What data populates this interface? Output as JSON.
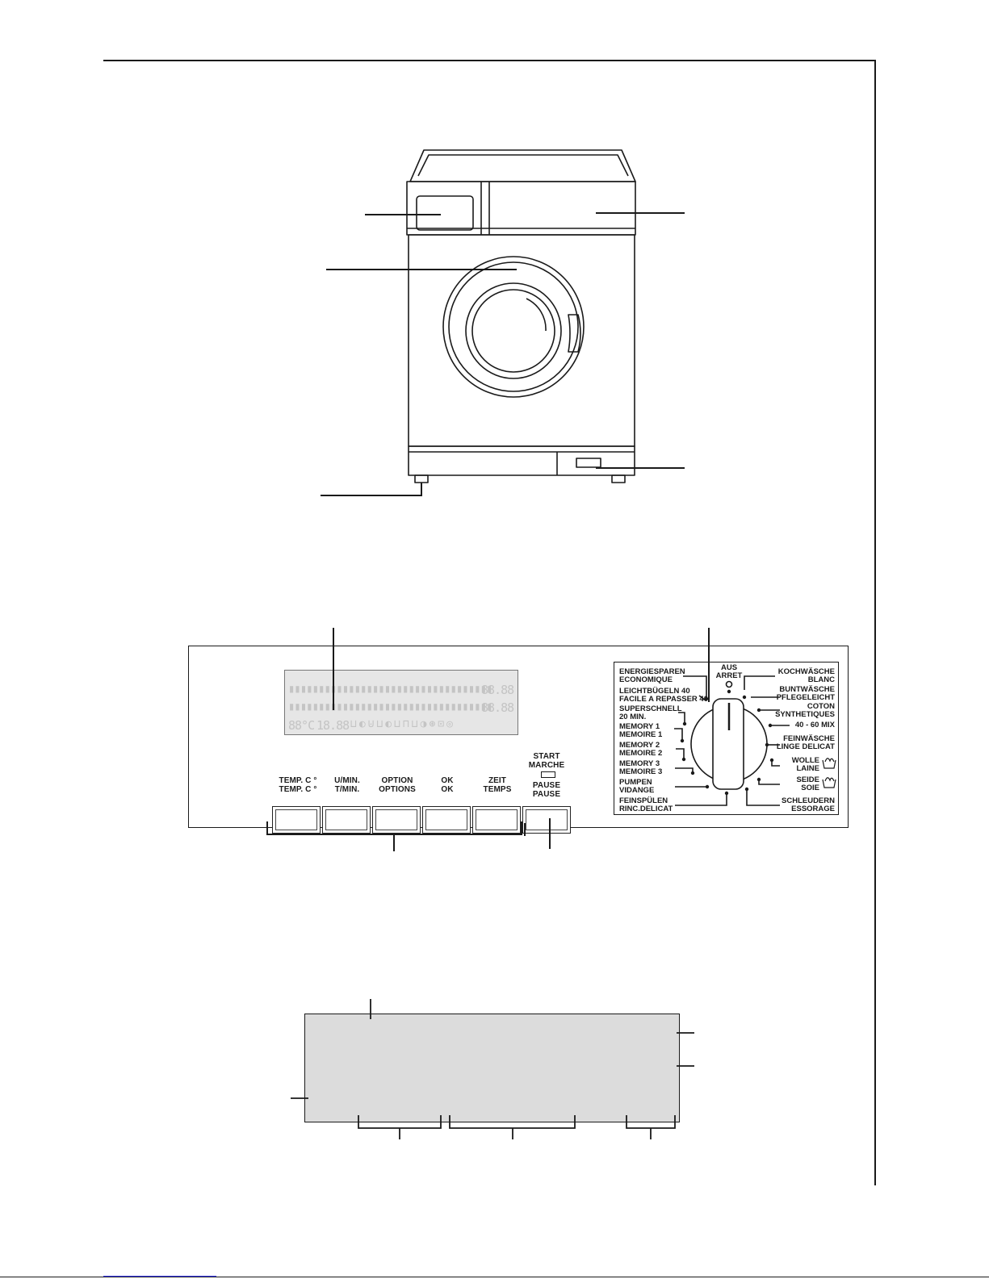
{
  "control_panel": {
    "buttons": [
      {
        "line1": "TEMP. C °",
        "line2": "TEMP. C °"
      },
      {
        "line1": "U/MIN.",
        "line2": "T/MIN."
      },
      {
        "line1": "OPTION",
        "line2": "OPTIONS"
      },
      {
        "line1": "OK",
        "line2": "OK"
      },
      {
        "line1": "ZEIT",
        "line2": "TEMPS"
      }
    ],
    "start": {
      "line1": "START",
      "line2": "MARCHE"
    },
    "pause": {
      "line1": "PAUSE",
      "line2": "PAUSE"
    },
    "lcd": {
      "row1_time": "88.88",
      "row2_time": "88.88",
      "row3_temp": "88°C",
      "row3_speed": "18.88"
    }
  },
  "program_dial": {
    "off": {
      "line1": "AUS",
      "line2": "ARRET"
    },
    "left": [
      {
        "line1": "ENERGIESPAREN",
        "line2": "ECONOMIQUE"
      },
      {
        "line1": "LEICHTBÜGELN 40",
        "line2": "FACILE A REPASSER 40"
      },
      {
        "line1": "SUPERSCHNELL",
        "line2": "20 MIN."
      },
      {
        "line1": "MEMORY 1",
        "line2": "MEMOIRE 1"
      },
      {
        "line1": "MEMORY 2",
        "line2": "MEMOIRE 2"
      },
      {
        "line1": "MEMORY 3",
        "line2": "MEMOIRE 3"
      },
      {
        "line1": "PUMPEN",
        "line2": "VIDANGE"
      },
      {
        "line1": "FEINSPÜLEN",
        "line2": "RINC.DELICAT"
      }
    ],
    "right": [
      {
        "line1": "KOCHWÄSCHE",
        "line2": "BLANC"
      },
      {
        "line1": "BUNTWÄSCHE",
        "line2": "PFLEGELEICHT"
      },
      {
        "line1": "COTON",
        "line2": "SYNTHETIQUES"
      },
      {
        "line1": "40 - 60 MIX",
        "line2": ""
      },
      {
        "line1": "FEINWÄSCHE",
        "line2": "LINGE DELICAT"
      },
      {
        "line1": "WOLLE",
        "line2": "LAINE"
      },
      {
        "line1": "SEIDE",
        "line2": "SOIE"
      },
      {
        "line1": "SCHLEUDERN",
        "line2": "ESSORAGE"
      }
    ]
  },
  "icons": {
    "handwash": "handwash-icon"
  },
  "colors": {
    "line": "#1a1a1a",
    "display_fill": "#dcdcdc",
    "lcd_segments": "#c4c4c4",
    "footer_link": "#3a3aff"
  }
}
